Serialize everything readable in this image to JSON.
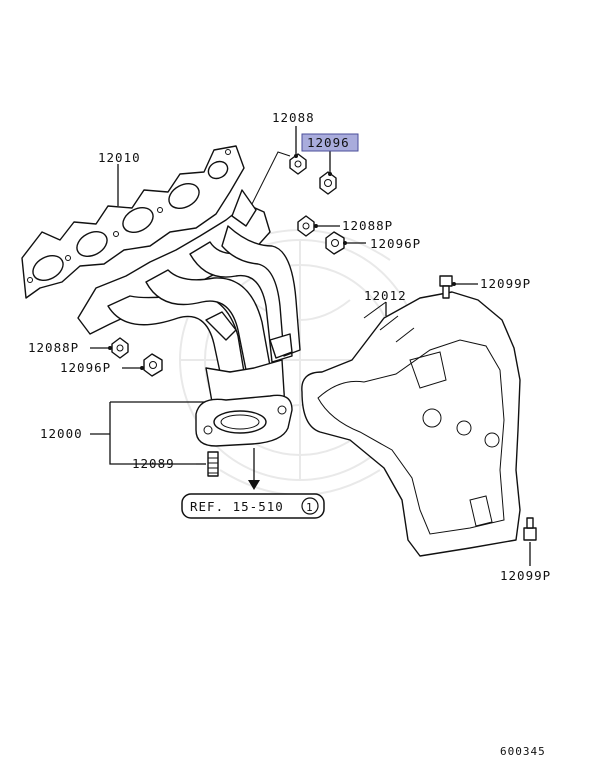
{
  "labels": {
    "l12088": "12088",
    "l12096": "12096",
    "l12010": "12010",
    "l12088p_top": "12088P",
    "l12096p_top": "12096P",
    "l12099p_top": "12099P",
    "l12012": "12012",
    "l12088p_left": "12088P",
    "l12096p_left": "12096P",
    "l12000": "12000",
    "l12089": "12089",
    "l12099p_bottom": "12099P",
    "ref": "REF. 15-510",
    "ref_num": "1",
    "diagram_id": "600345"
  },
  "colors": {
    "highlight_fill": "#a9acdc",
    "highlight_stroke": "#4a4e9a",
    "line": "#111111"
  }
}
